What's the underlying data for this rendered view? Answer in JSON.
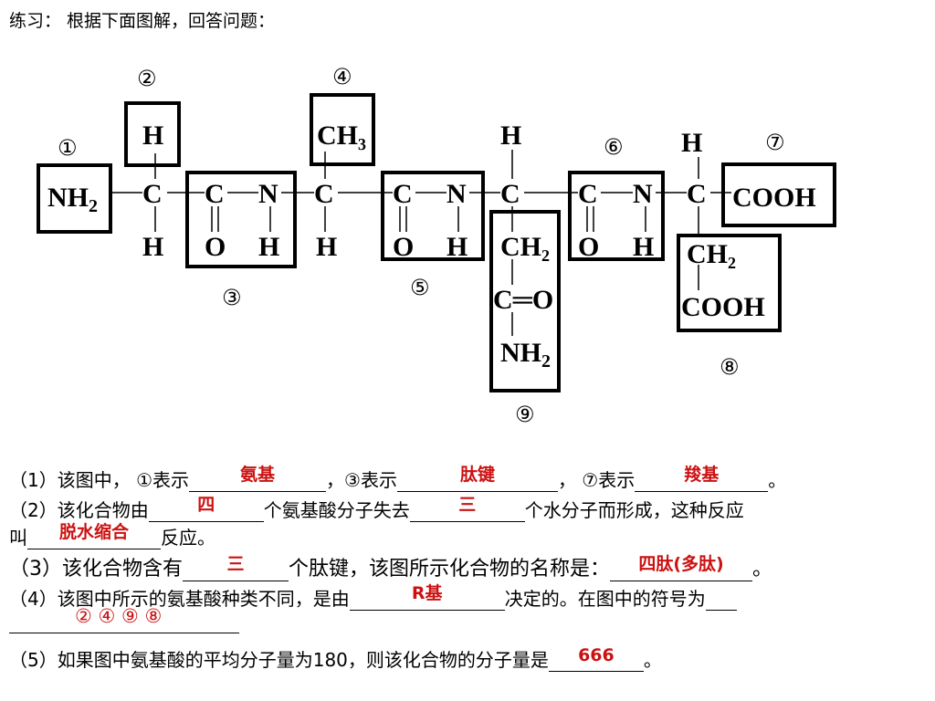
{
  "title": "练习： 根据下面图解，回答问题：",
  "diagram": {
    "labels": {
      "nh2": "NH",
      "sub2": "2",
      "c": "C",
      "n": "N",
      "h": "H",
      "o": "O",
      "ch3": "CH₃",
      "ch2": "CH₂",
      "cooh": "COOH",
      "c_eq_o": "C═O"
    },
    "markers": [
      "①",
      "②",
      "③",
      "④",
      "⑤",
      "⑥",
      "⑦",
      "⑧",
      "⑨"
    ]
  },
  "questions": {
    "q1": {
      "p1": "（1）该图中，  ①表示",
      "p2": "，③表示",
      "p3": "，  ⑦表示",
      "p4": "。",
      "a1": "氨基",
      "a2": "肽键",
      "a3": "羧基"
    },
    "q2": {
      "p1": "（2）该化合物由",
      "p2": "个氨基酸分子失去",
      "p3": "个水分子而形成，这种反应",
      "p4": "叫",
      "p5": "反应。",
      "a1": "四",
      "a2": "三",
      "a3": "脱水缩合"
    },
    "q3": {
      "p1": "（3）该化合物含有",
      "p2": "个肽键，该图所示化合物的名称是：",
      "p3": "。",
      "a1": "三",
      "a2": "四肽(多肽)"
    },
    "q4": {
      "p1": "（4）该图中所示的氨基酸种类不同，是由",
      "p2": "决定的。在图中的符号为",
      "a1": "R基",
      "a2": "② ④ ⑨ ⑧"
    },
    "q5": {
      "p1": "（5）如果图中氨基酸的平均分子量为180，则该化合物的分子量是",
      "p2": "。",
      "a1": "666"
    }
  }
}
